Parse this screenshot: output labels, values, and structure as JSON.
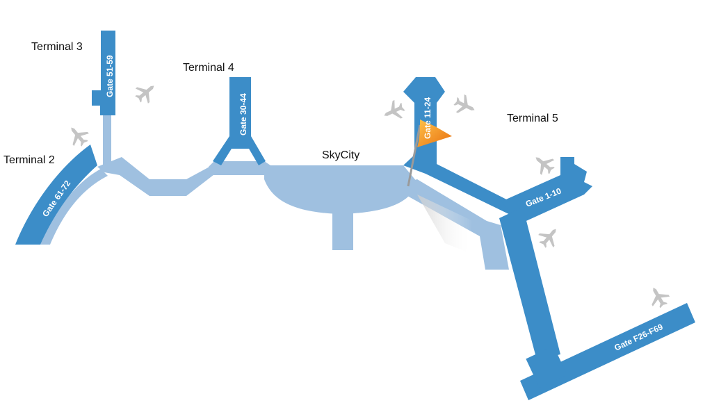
{
  "terminals": {
    "t2": "Terminal 2",
    "t3": "Terminal 3",
    "t4": "Terminal 4",
    "t5": "Terminal 5",
    "skycity": "SkyCity"
  },
  "gates": {
    "g61_72": "Gate 61-72",
    "g51_59": "Gate 51-59",
    "g30_44": "Gate 30-44",
    "g11_24": "Gate 11-24",
    "g1_10": "Gate 1-10",
    "gF26_F69": "Gate F26-F69"
  },
  "icons": {
    "airplane": "airplane-icon",
    "location_flag": "flag-pin-icon"
  },
  "colors": {
    "gate_blue": "#3c8dc8",
    "concourse_light_blue": "#9fc0e0",
    "airplane_gray": "#c4c4c4",
    "flag_orange": "#f28a1b"
  }
}
